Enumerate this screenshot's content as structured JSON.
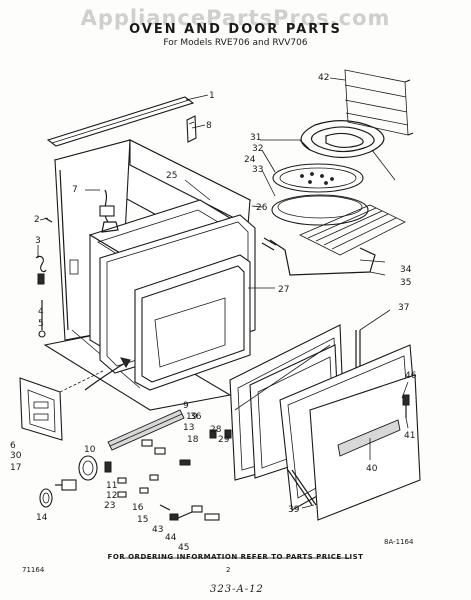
{
  "watermark": "AppliancePartsPros.com",
  "title": "OVEN AND DOOR PARTS",
  "subtitle": "For Models RVE706 and RVV706",
  "footer_note": "FOR ORDERING INFORMATION REFER TO PARTS PRICE LIST",
  "doc_code": "8A-1164",
  "doc_date": "71164",
  "page_number": "2",
  "handwritten_note": "323-A-12",
  "callouts": [
    "1",
    "2",
    "3",
    "4",
    "5",
    "6",
    "7",
    "8",
    "9",
    "10",
    "11",
    "12",
    "13",
    "14",
    "15",
    "16",
    "17",
    "18",
    "19",
    "23",
    "24",
    "25",
    "26",
    "27",
    "28",
    "29",
    "30",
    "31",
    "32",
    "33",
    "34",
    "35",
    "36",
    "37",
    "39",
    "40",
    "41",
    "42",
    "43",
    "44",
    "45",
    "46"
  ]
}
